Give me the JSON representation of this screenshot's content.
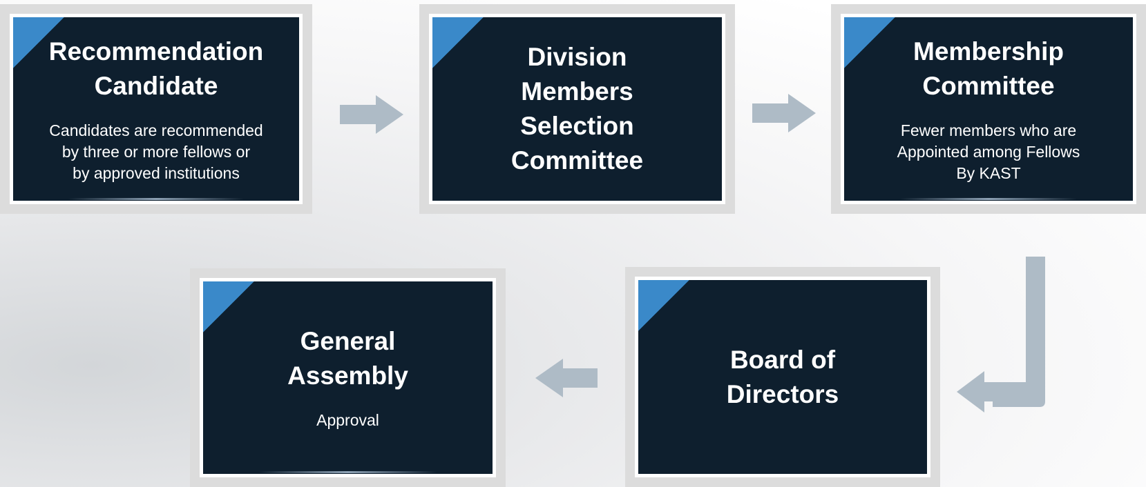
{
  "steps": [
    {
      "title": "Recommendation\nCandidate",
      "description": "Candidates are  recommended\nby three or more fellows or\nby approved institutions"
    },
    {
      "title": "Division\nMembers\nSelection\nCommittee",
      "description": ""
    },
    {
      "title": "Membership\nCommittee",
      "description": "Fewer members who are\nAppointed among Fellows\nBy KAST"
    },
    {
      "title": "Board of\nDirectors",
      "description": ""
    },
    {
      "title": "General\nAssembly",
      "description": "Approval"
    }
  ],
  "colors": {
    "card_bg": "#0e1f2e",
    "card_border": "#dcdcdc",
    "accent": "#3a89c9",
    "arrow": "#aebbc6",
    "text": "#ffffff"
  }
}
